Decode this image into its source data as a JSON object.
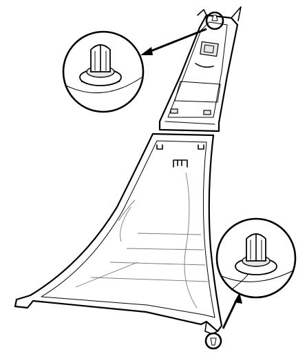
{
  "figure": {
    "parts": [
      {
        "id": "upper-trim",
        "name": "upper-pillar-trim"
      },
      {
        "id": "lower-trim",
        "name": "lower-pillar-trim"
      }
    ],
    "callouts": [
      {
        "id": "top-clip",
        "detail": "clip"
      },
      {
        "id": "bottom-clip",
        "detail": "clip"
      }
    ]
  }
}
